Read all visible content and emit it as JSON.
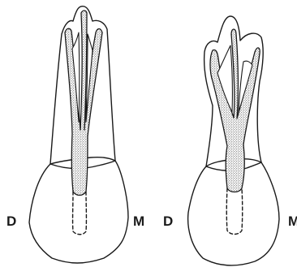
{
  "labels": {
    "left_tooth": {
      "distal": "D",
      "mesial": "M"
    },
    "right_tooth": {
      "distal": "D",
      "mesial": "M"
    }
  },
  "colors": {
    "outline": "#1a1a1a",
    "canal_stipple": "#333333",
    "background": "#ffffff"
  }
}
